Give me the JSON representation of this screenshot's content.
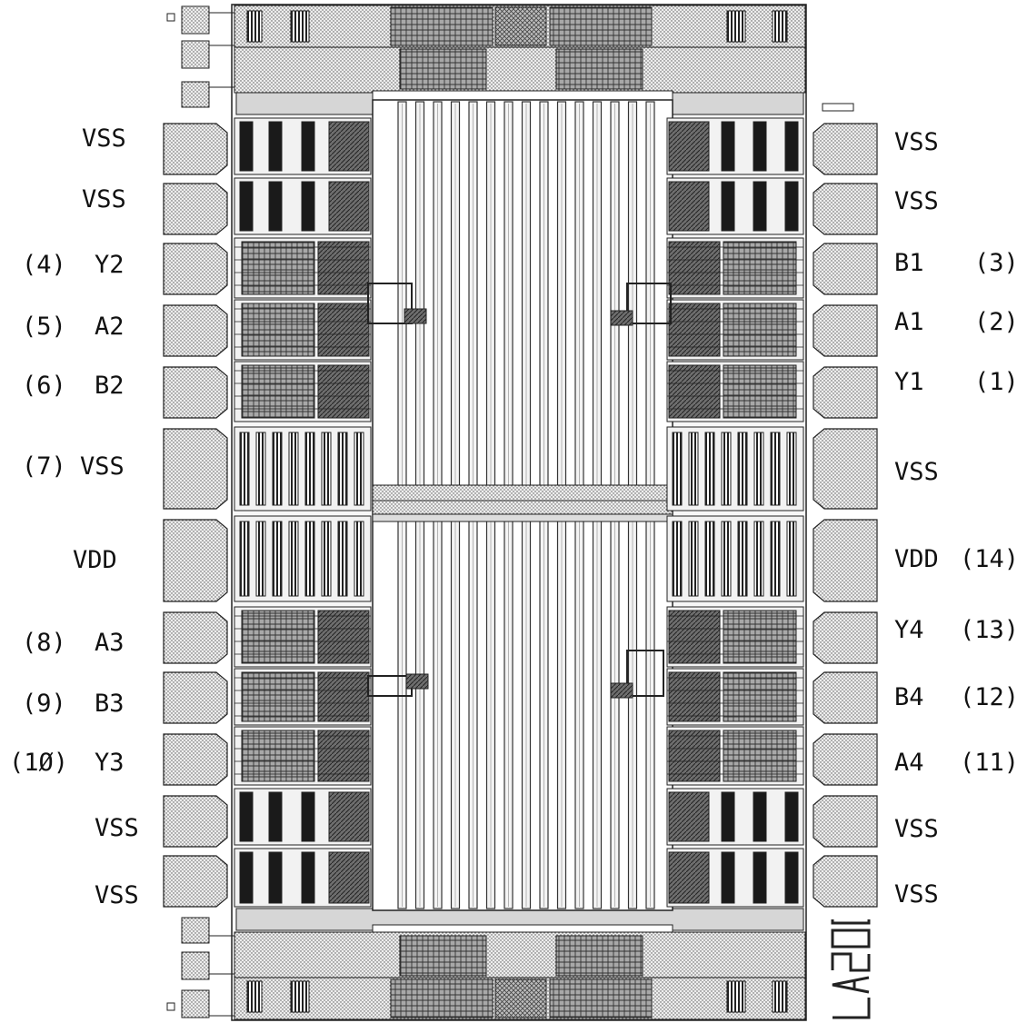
{
  "diagram": {
    "left_pins": [
      {
        "label": "VSS",
        "num": ""
      },
      {
        "label": "VSS",
        "num": ""
      },
      {
        "label": "Y2",
        "num": "(4)"
      },
      {
        "label": "A2",
        "num": "(5)"
      },
      {
        "label": "B2",
        "num": "(6)"
      },
      {
        "label": "VSS",
        "num": "(7)"
      },
      {
        "label": "VDD",
        "num": ""
      },
      {
        "label": "A3",
        "num": "(8)"
      },
      {
        "label": "B3",
        "num": "(9)"
      },
      {
        "label": "Y3",
        "num": "(1Ø)"
      },
      {
        "label": "VSS",
        "num": ""
      },
      {
        "label": "VSS",
        "num": ""
      }
    ],
    "right_pins": [
      {
        "label": "VSS",
        "num": ""
      },
      {
        "label": "VSS",
        "num": ""
      },
      {
        "label": "B1",
        "num": "(3)"
      },
      {
        "label": "A1",
        "num": "(2)"
      },
      {
        "label": "Y1",
        "num": "(1)"
      },
      {
        "label": "VSS",
        "num": ""
      },
      {
        "label": "VDD",
        "num": "(14)"
      },
      {
        "label": "Y4",
        "num": "(13)"
      },
      {
        "label": "B4",
        "num": "(12)"
      },
      {
        "label": "A4",
        "num": "(11)"
      },
      {
        "label": "VSS",
        "num": ""
      },
      {
        "label": "VSS",
        "num": ""
      }
    ],
    "chip_stamp": "LA200",
    "colors": {
      "outline": "#222222",
      "pad_fill": "#e4e4e4",
      "dark_fill": "#1a1a1a",
      "gray_fill": "#7a7a7a",
      "rail": "#444444"
    }
  }
}
